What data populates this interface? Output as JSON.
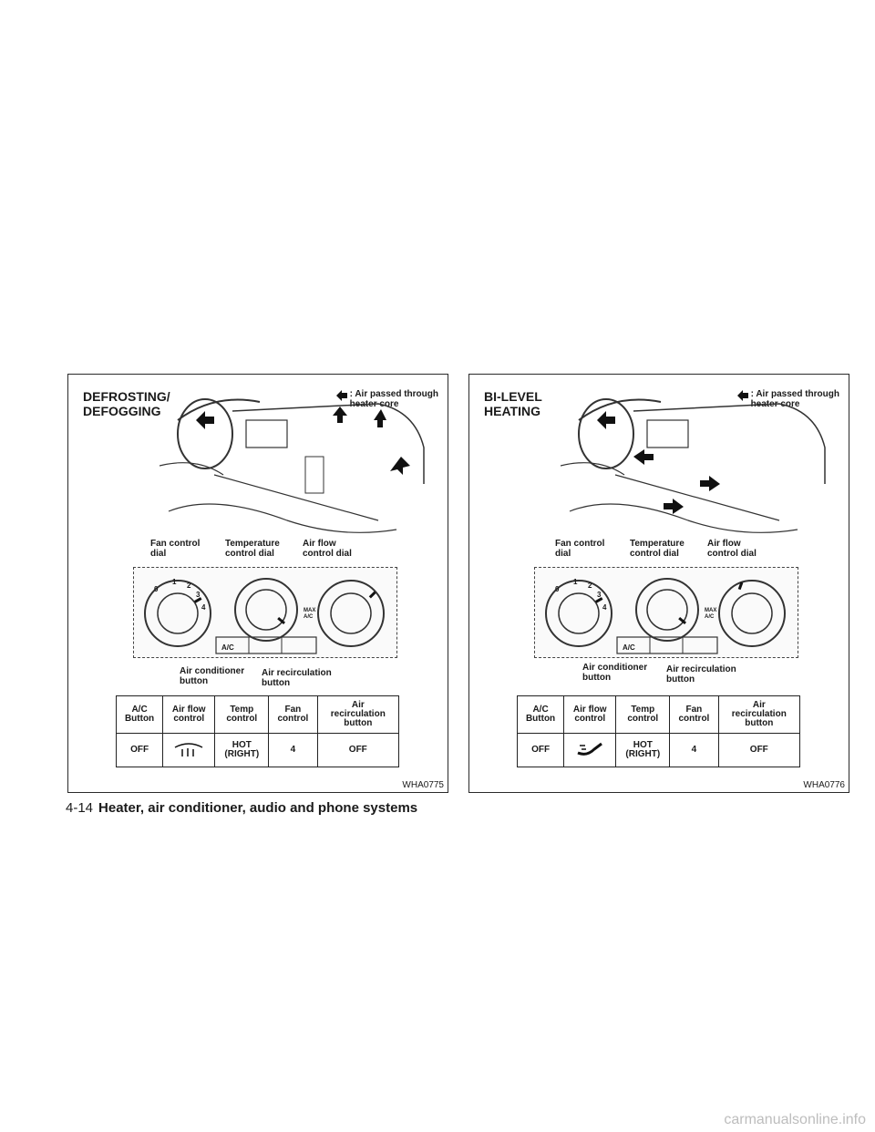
{
  "panels": [
    {
      "title": "DEFROSTING/\nDEFOGGING",
      "legend": ": Air passed through\n  heater core",
      "labels": {
        "fan": "Fan control\ndial",
        "temp": "Temperature\ncontrol dial",
        "airflow": "Air flow\ncontrol dial",
        "ac": "Air conditioner\nbutton",
        "recirc": "Air recirculation\nbutton"
      },
      "table": {
        "headers": [
          "A/C\nButton",
          "Air flow\ncontrol",
          "Temp\ncontrol",
          "Fan\ncontrol",
          "Air\nrecirculation\nbutton"
        ],
        "values": [
          "OFF",
          "",
          "HOT\n(RIGHT)",
          "4",
          "OFF"
        ],
        "airflow_icon": "defrost-icon"
      },
      "code": "WHA0775"
    },
    {
      "title": "BI-LEVEL\nHEATING",
      "legend": ": Air passed through\n  heater core",
      "labels": {
        "fan": "Fan control\ndial",
        "temp": "Temperature\ncontrol dial",
        "airflow": "Air flow\ncontrol dial",
        "ac": "Air conditioner\nbutton",
        "recirc": "Air recirculation\nbutton"
      },
      "table": {
        "headers": [
          "A/C\nButton",
          "Air flow\ncontrol",
          "Temp\ncontrol",
          "Fan\ncontrol",
          "Air\nrecirculation\nbutton"
        ],
        "values": [
          "OFF",
          "",
          "HOT\n(RIGHT)",
          "4",
          "OFF"
        ],
        "airflow_icon": "bi-level-icon"
      },
      "code": "WHA0776"
    }
  ],
  "dial_markings": {
    "fan_numbers": [
      "0",
      "1",
      "2",
      "3",
      "4"
    ],
    "ac_button": "A/C",
    "max_ac": "MAX\nA/C"
  },
  "footer": {
    "page": "4-14",
    "section": "Heater, air conditioner, audio and phone systems"
  },
  "watermark": "carmanualsonline.info"
}
